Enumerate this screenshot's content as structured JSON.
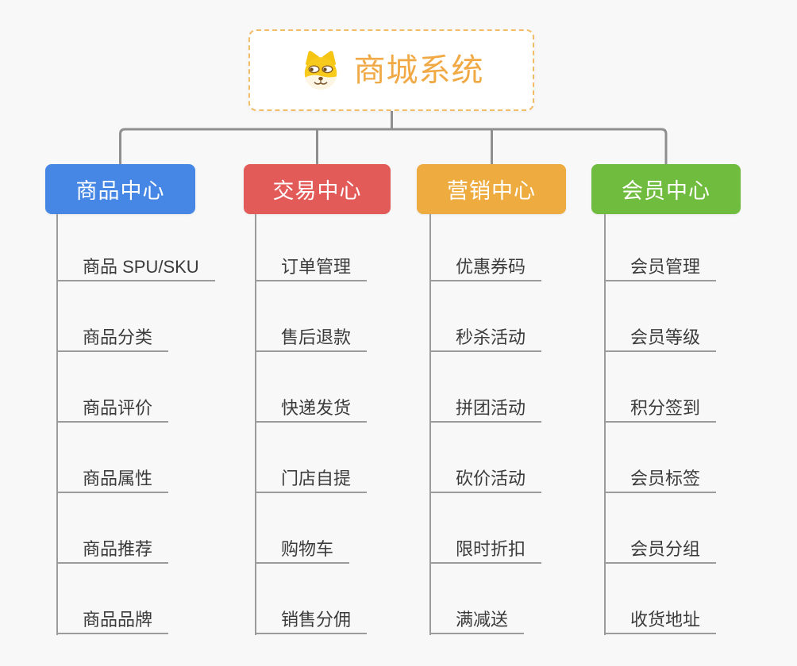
{
  "root": {
    "title": "商城系统",
    "icon": "dog-face-icon",
    "title_color": "#f0a945",
    "border_color": "#f2bd68"
  },
  "connector_color": "#8f8f8f",
  "branches": [
    {
      "label": "商品中心",
      "color": "#4687e5",
      "children": [
        "商品 SPU/SKU",
        "商品分类",
        "商品评价",
        "商品属性",
        "商品推荐",
        "商品品牌"
      ]
    },
    {
      "label": "交易中心",
      "color": "#e25b59",
      "children": [
        "订单管理",
        "售后退款",
        "快递发货",
        "门店自提",
        "购物车",
        "销售分佣"
      ]
    },
    {
      "label": "营销中心",
      "color": "#edab40",
      "children": [
        "优惠券码",
        "秒杀活动",
        "拼团活动",
        "砍价活动",
        "限时折扣",
        "满减送"
      ]
    },
    {
      "label": "会员中心",
      "color": "#70bc3e",
      "children": [
        "会员管理",
        "会员等级",
        "积分签到",
        "会员标签",
        "会员分组",
        "收货地址"
      ]
    }
  ]
}
